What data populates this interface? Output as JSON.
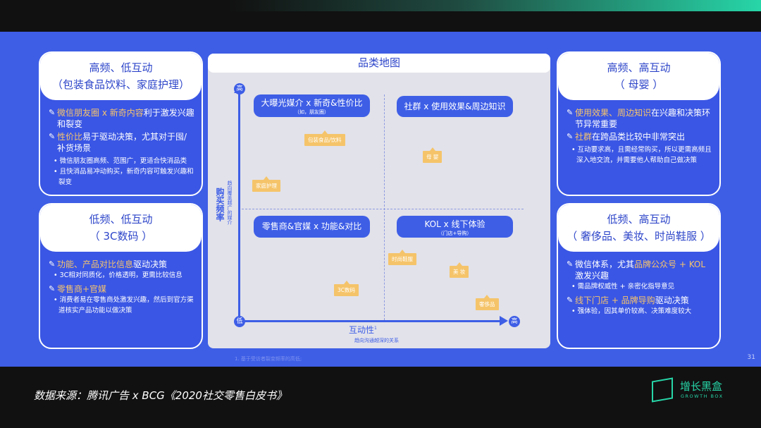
{
  "header": {
    "accent": "#27d6a8"
  },
  "cards": {
    "tl": {
      "title": "高频、低互动",
      "subtitle": "（包装食品饮料、家庭护理）",
      "p1a": "微信朋友圈 x 新奇内容",
      "p1b": "利于激发兴趣和裂变",
      "p2a": "性价比",
      "p2b": "易于驱动决策，尤其对于囤/补货场景",
      "s1": "• 微信朋友圈高频、范围广，更适合快消品类",
      "s2": "• 且快消品易冲动购买，新奇内容可触发兴趣和裂变"
    },
    "tr": {
      "title": "高频、高互动",
      "subtitle": "（ 母婴 ）",
      "p1a": "使用效果、周边知识",
      "p1b": "在兴趣和决策环节异常重要",
      "p2a": "社群",
      "p2b": "在跨品类比较中非常突出",
      "s1": "• 互动要求高，且需经常购买，所以更需高频且深入地交流，并需要他人帮助自己做决策"
    },
    "bl": {
      "title": "低频、低互动",
      "subtitle": "（ 3C数码 ）",
      "p1a": "功能、产品对比信息",
      "p1b": "驱动决策",
      "s1": "• 3C相对同质化，价格透明，更需比较信息",
      "p2a": "零售商+官媒",
      "p2b": "",
      "s2": "• 消费者易在零售商处激发兴趣，然后到官方渠道核实产品功能以做决策"
    },
    "br": {
      "title": "低频、高互动",
      "subtitle": "（ 奢侈品、美妆、时尚鞋服 ）",
      "p1pre": "微信体系，尤其",
      "p1a": "品牌公众号 + KOL",
      "p1b": "激发兴趣",
      "s1": "• 需品牌权威性 + 亲密化指导意见",
      "p2a": "线下门店 + 品牌导购",
      "p2b": "驱动决策",
      "s2": "• 强体验，因其单价较高、决策难度较大"
    }
  },
  "map": {
    "title": "品类地图",
    "y_high": "高",
    "low": "低",
    "x_high": "高",
    "y_label": "购买频率",
    "y_sub": "趋向覆盖越广的媒介",
    "x_label": "互动性",
    "x_sup": "1",
    "x_sub": "趋向沟通越深的关系",
    "q1": "大曝光媒介 x 新奇&性价比",
    "q1_sub": "（如，朋友圈）",
    "q2": "社群 x 使用效果&周边知识",
    "q3": "零售商&官媒 x 功能&对比",
    "q4": "KOL x 线下体验",
    "q4_sub": "（门店+导购）",
    "tags": [
      "包装食品/饮料",
      "家庭护理",
      "母 婴",
      "时尚鞋服",
      "美 妆",
      "3C数码",
      "奢侈品"
    ]
  },
  "footnote": "1. 基于受访者裂变频率的高低;",
  "page_number": "31",
  "footer": {
    "source": "数据来源：腾讯广告 x BCG《2020社交零售白皮书》",
    "logo_cn": "增长黑盒",
    "logo_en": "GROWTH BOX"
  }
}
